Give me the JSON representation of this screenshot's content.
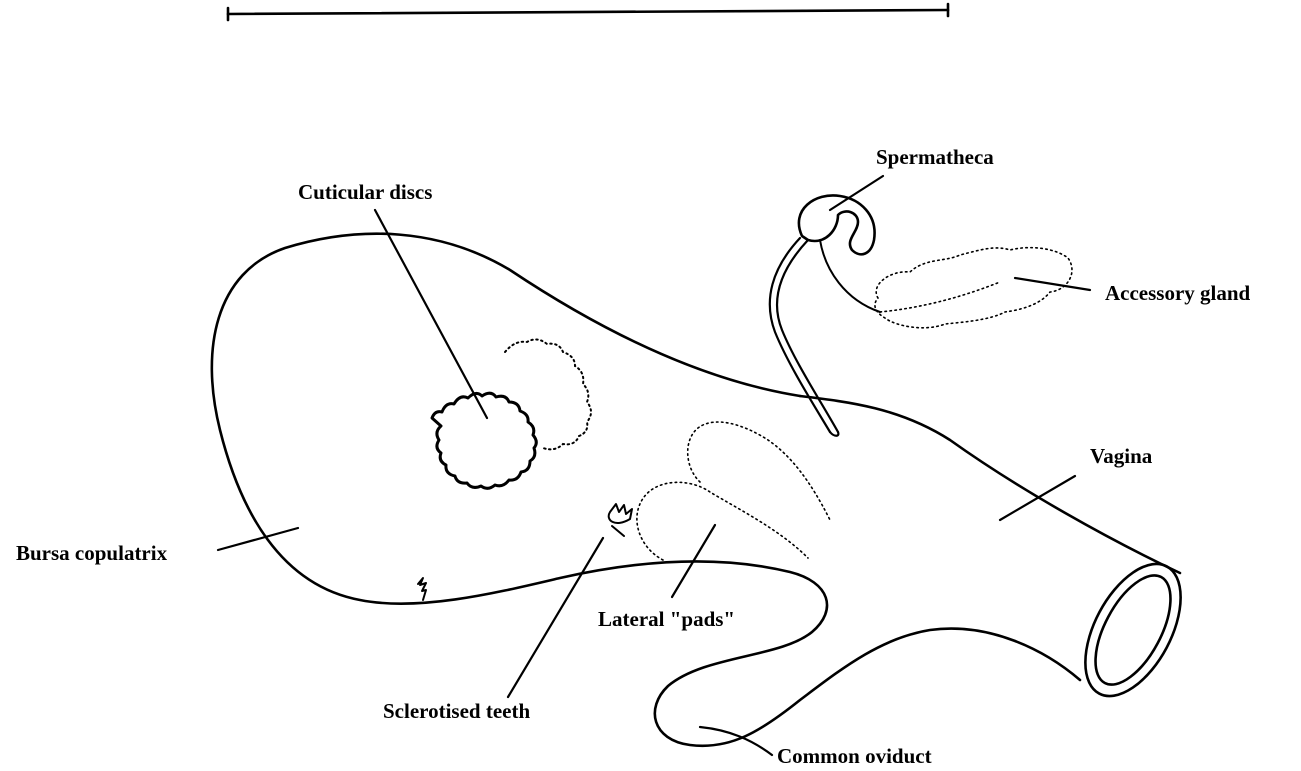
{
  "diagram": {
    "labels": {
      "spermatheca": "Spermatheca",
      "cuticular_discs": "Cuticular discs",
      "accessory_gland": "Accessory gland",
      "vagina": "Vagina",
      "bursa_copulatrix": "Bursa copulatrix",
      "lateral_pads": "Lateral \"pads\"",
      "sclerotised_teeth": "Sclerotised teeth",
      "common_oviduct": "Common oviduct"
    },
    "colors": {
      "ink": "#000000",
      "background": "#ffffff"
    }
  }
}
